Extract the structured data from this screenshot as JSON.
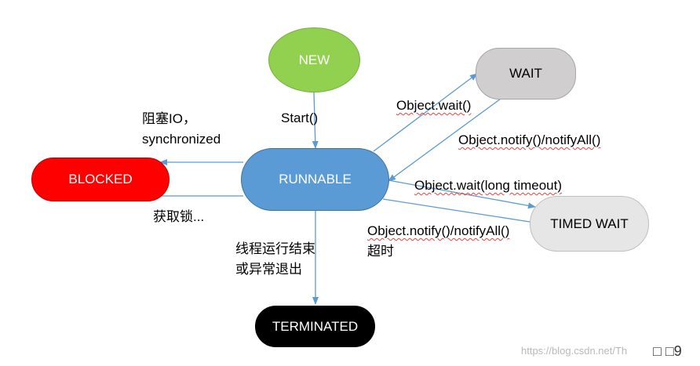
{
  "states": {
    "new": "NEW",
    "runnable": "RUNNABLE",
    "wait": "WAIT",
    "blocked": "BLOCKED",
    "timed_wait": "TIMED WAIT",
    "terminated": "TERMINATED"
  },
  "transitions": {
    "start": "Start()",
    "blocked_line1": "阻塞IO，",
    "blocked_line2": "synchronized",
    "acquire_lock": "获取锁...",
    "object_wait": "Object.wait()",
    "object_notify": "Object.notify()/notifyAll()",
    "object_wait_timeout": "Object.wait(long timeout)",
    "timed_notify": "Object.notify()/notifyAll()",
    "timeout": "超时",
    "end_line1": "线程运行结束",
    "end_line2": "或异常退出"
  },
  "watermark": "https://blog.csdn.net/Th",
  "corner_mark": "□ □9",
  "colors": {
    "new": "#92d050",
    "runnable": "#5b9bd5",
    "wait": "#d0cece",
    "blocked": "#ff0000",
    "timed_wait": "#e7e6e6",
    "terminated": "#000000",
    "arrow": "#5b9bd5"
  }
}
